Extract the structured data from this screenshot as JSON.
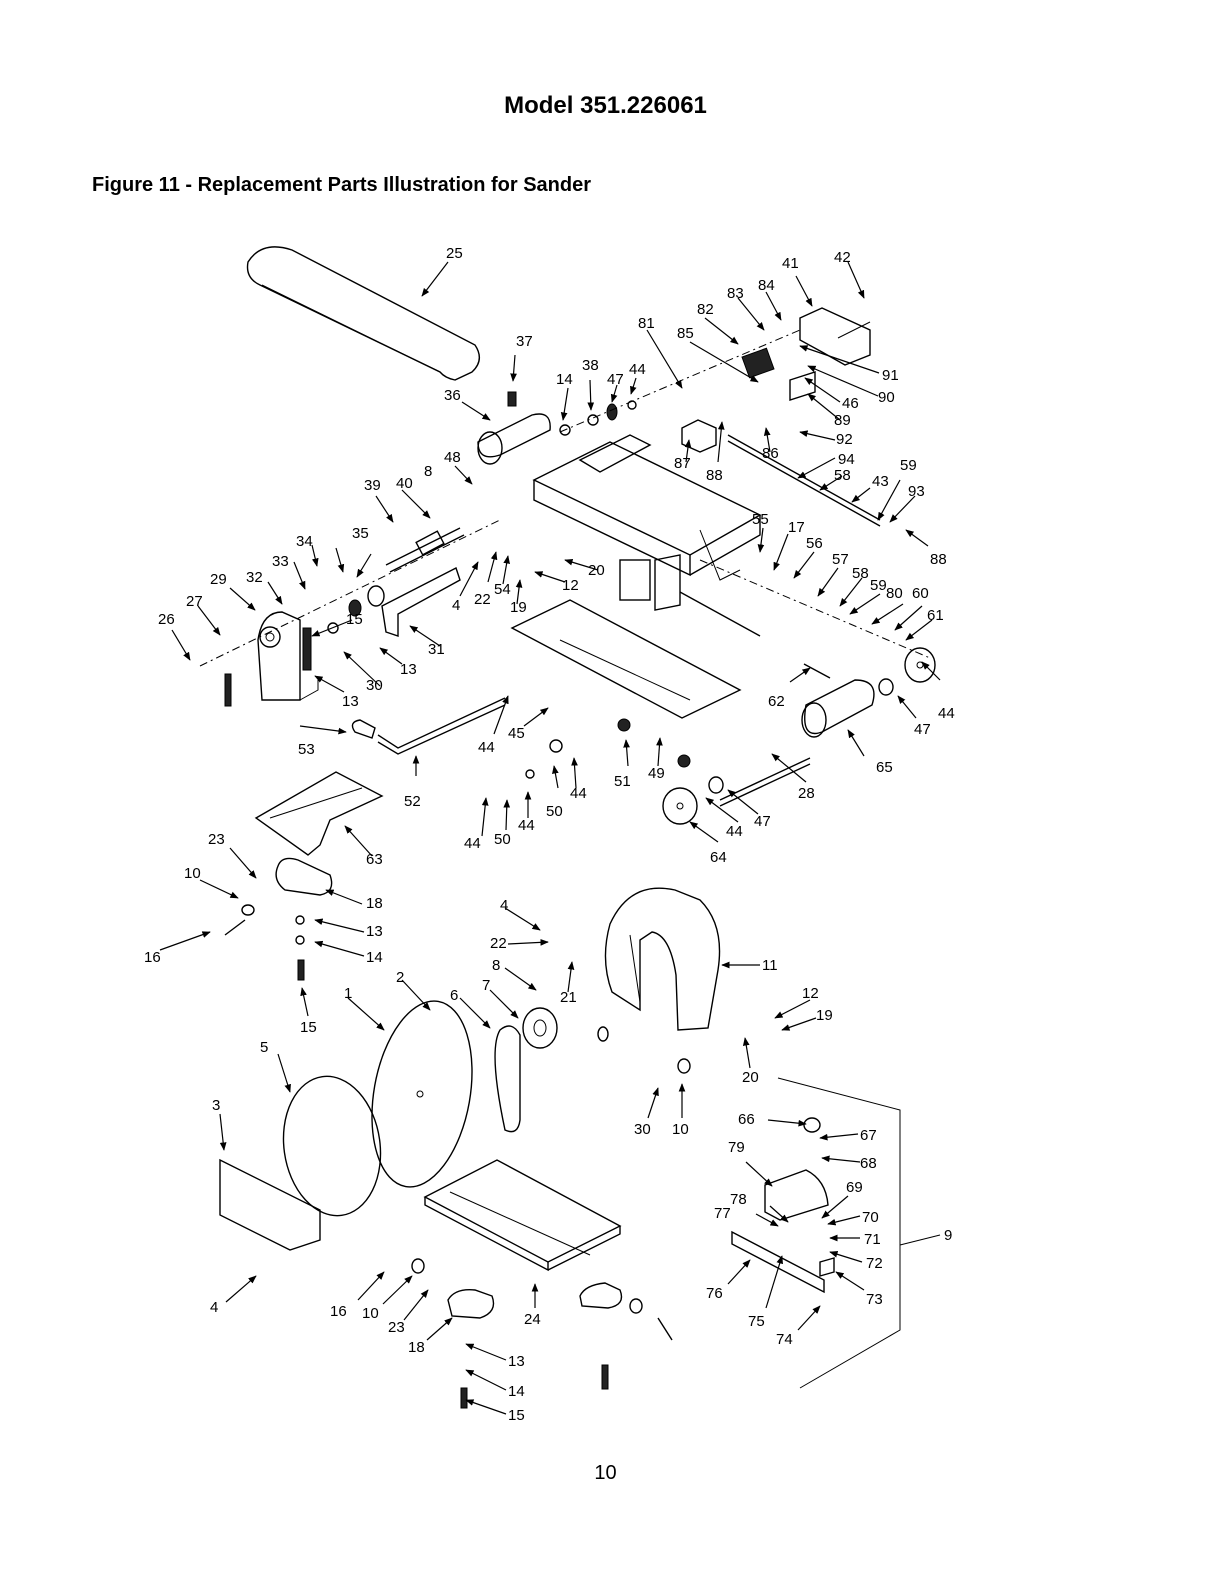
{
  "header": {
    "model": "Model 351.226061",
    "figure_title": "Figure 11 - Replacement Parts Illustration for Sander"
  },
  "page_number": "10",
  "callouts": [
    "1",
    "2",
    "3",
    "4",
    "5",
    "6",
    "7",
    "8",
    "9",
    "10",
    "11",
    "12",
    "13",
    "14",
    "15",
    "16",
    "17",
    "18",
    "19",
    "20",
    "21",
    "22",
    "23",
    "24",
    "25",
    "26",
    "27",
    "28",
    "29",
    "30",
    "31",
    "32",
    "33",
    "34",
    "35",
    "36",
    "37",
    "38",
    "39",
    "40",
    "41",
    "42",
    "43",
    "44",
    "45",
    "46",
    "47",
    "48",
    "49",
    "50",
    "51",
    "52",
    "53",
    "54",
    "55",
    "56",
    "57",
    "58",
    "59",
    "60",
    "61",
    "62",
    "63",
    "64",
    "65",
    "66",
    "67",
    "68",
    "69",
    "70",
    "71",
    "72",
    "73",
    "74",
    "75",
    "76",
    "77",
    "78",
    "79",
    "80",
    "81",
    "82",
    "83",
    "84",
    "85",
    "86",
    "87",
    "88",
    "89",
    "90",
    "91",
    "92",
    "93",
    "94"
  ]
}
